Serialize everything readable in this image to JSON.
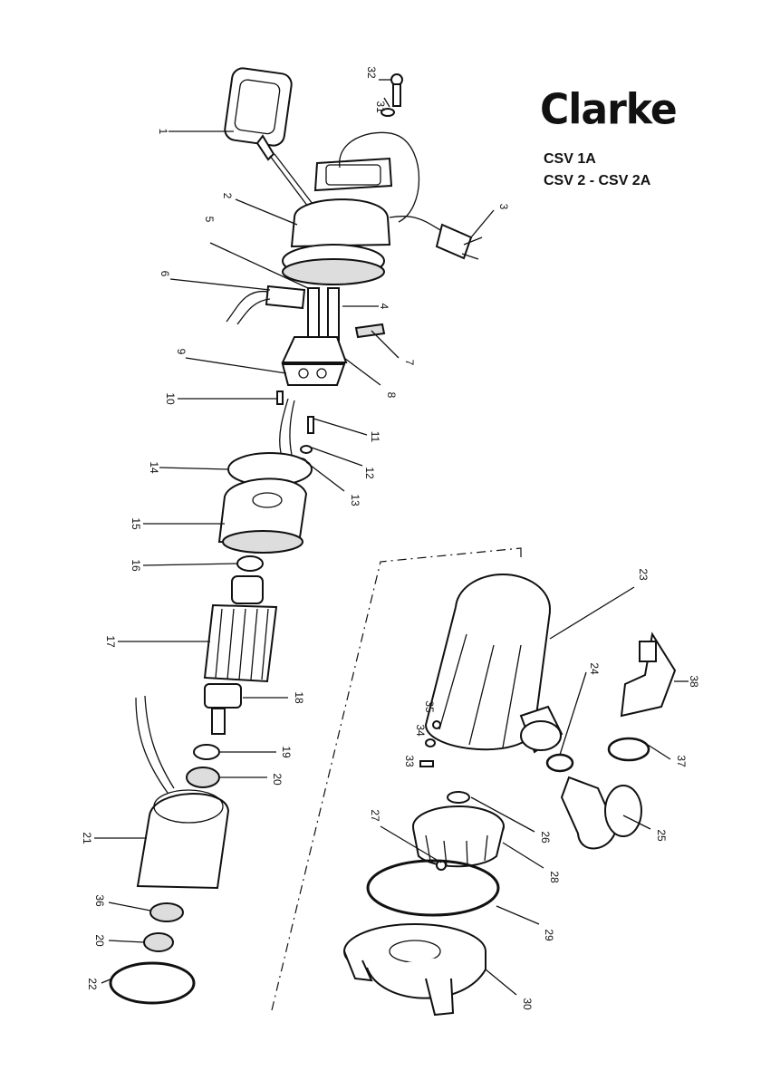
{
  "brand": {
    "logo_text": "Clarke"
  },
  "models": {
    "line1": "CSV 1A",
    "line2": "CSV 2 - CSV 2A"
  },
  "callouts": [
    "1",
    "2",
    "3",
    "4",
    "5",
    "6",
    "7",
    "8",
    "9",
    "10",
    "11",
    "12",
    "13",
    "14",
    "15",
    "16",
    "17",
    "18",
    "19",
    "20",
    "21",
    "22",
    "23",
    "24",
    "25",
    "26",
    "27",
    "28",
    "29",
    "30",
    "31",
    "32",
    "33",
    "34",
    "35",
    "36",
    "37",
    "38"
  ]
}
